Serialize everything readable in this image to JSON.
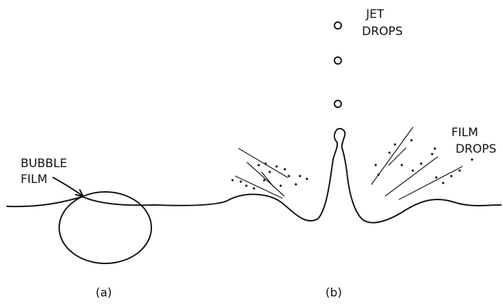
{
  "labels": {
    "bubble_film_line1": "BUBBLE",
    "bubble_film_line2": "FILM",
    "jet_drops_line1": "JET",
    "jet_drops_line2": "DROPS",
    "film_drops_line1": "FILM",
    "film_drops_line2": "DROPS",
    "panel_a": "(a)",
    "panel_b": "(b)"
  }
}
